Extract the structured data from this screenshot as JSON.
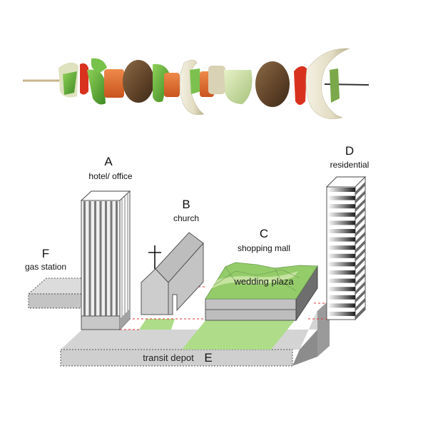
{
  "figure": {
    "title_image": "vegetable-skewer",
    "skewer": {
      "items": [
        "onion",
        "green-pepper",
        "red-pepper",
        "green-pepper",
        "carrot",
        "mushroom",
        "green-pepper",
        "carrot",
        "onion",
        "green-pepper",
        "carrot",
        "potato",
        "zucchini",
        "mushroom",
        "red-pepper",
        "onion",
        "green-pepper"
      ]
    },
    "buildings": [
      {
        "id": "A",
        "letter": "A",
        "label": "hotel/ office"
      },
      {
        "id": "B",
        "letter": "B",
        "label": "church"
      },
      {
        "id": "C",
        "letter": "C",
        "label": "shopping mall",
        "roof_label": "wedding plaza"
      },
      {
        "id": "D",
        "letter": "D",
        "label": "residential"
      },
      {
        "id": "E",
        "letter": "E",
        "label": "transit depot"
      },
      {
        "id": "F",
        "letter": "F",
        "label": "gas station"
      }
    ],
    "colors": {
      "green_roof": "#8fc964",
      "green_light": "#c8e3a4",
      "green_ground": "#a9dc86",
      "grey_light": "#d6d6d6",
      "grey_mid": "#bdbdbd",
      "grey_dark": "#6d6d6d",
      "red_dash": "#e03030",
      "line": "#555555"
    }
  }
}
